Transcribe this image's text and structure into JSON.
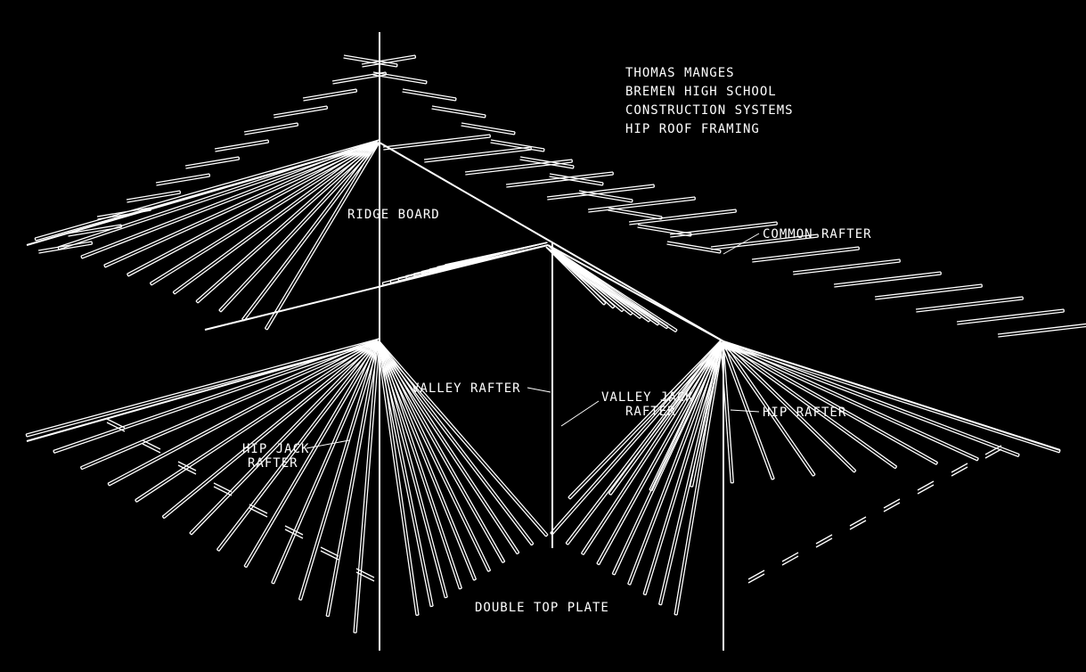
{
  "title_block": {
    "author": "THOMAS MANGES",
    "school": "BREMEN HIGH SCHOOL",
    "course": "CONSTRUCTION SYSTEMS",
    "subject": "HIP ROOF FRAMING"
  },
  "labels": {
    "ridge_board": "RIDGE BOARD",
    "common_rafter": "COMMON RAFTER",
    "valley_rafter": "VALLEY RAFTER",
    "valley_jack_line1": "VALLEY JACK",
    "valley_jack_line2": "RAFTER",
    "hip_rafter": "HIP RAFTER",
    "hip_jack_line1": "HIP JACK",
    "hip_jack_line2": "RAFTER",
    "double_top_plate": "DOUBLE TOP PLATE"
  },
  "colors": {
    "background": "#000000",
    "linework": "#ffffff"
  }
}
